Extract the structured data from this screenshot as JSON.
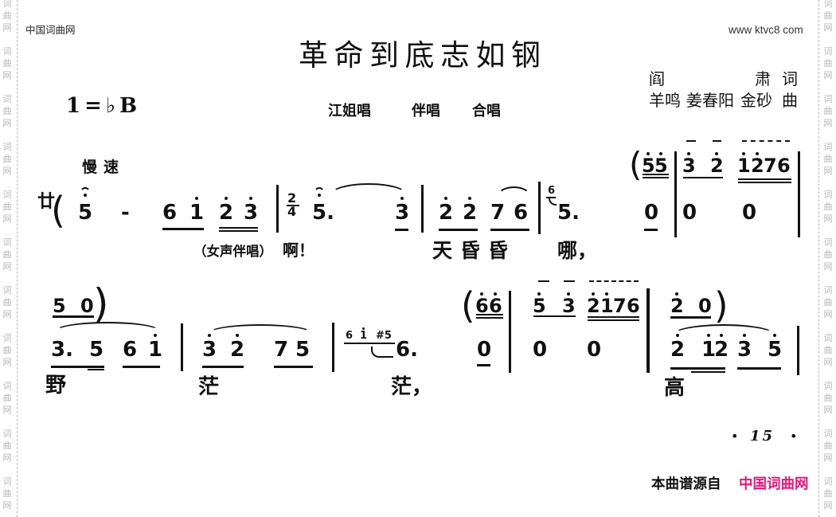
{
  "header": {
    "site_name": "中国词曲网",
    "site_url": "www ktvc8 com"
  },
  "margin_watermark": {
    "group_text": "词曲网",
    "color": "#b5b5b5"
  },
  "song": {
    "title": "革命到底志如钢",
    "key_signature": "1=♭B",
    "performers": [
      "江姐唱",
      "伴唱",
      "合唱"
    ],
    "lyricist": {
      "name": "阎肃",
      "role": "词"
    },
    "composers": {
      "names": [
        "羊鸣",
        "姜春阳",
        "金砂"
      ],
      "role": "曲"
    },
    "tempo": "慢速"
  },
  "score": {
    "line1": {
      "free_meter_sign": "廿",
      "time_signature": {
        "numerator": "2",
        "denominator": "4"
      },
      "parens": {
        "melody_open": "(",
        "accompaniment_open": "("
      },
      "accompaniment": {
        "notes": [
          {
            "pitch": "5",
            "octave": "high"
          },
          {
            "pitch": "5",
            "octave": "high"
          },
          {
            "pitch": "3",
            "octave": "high"
          },
          {
            "pitch": "2",
            "octave": "high"
          },
          {
            "pitch": "1",
            "octave": "high"
          },
          {
            "pitch": "2",
            "octave": "high"
          },
          {
            "pitch": "7",
            "octave": "middle"
          },
          {
            "pitch": "6",
            "octave": "middle"
          }
        ]
      },
      "melody": {
        "notes": [
          {
            "pitch": "5",
            "fermata": true
          },
          {
            "pitch": "-"
          },
          {
            "pitch": "6"
          },
          {
            "pitch": "1",
            "octave": "high"
          },
          {
            "pitch": "2",
            "octave": "high"
          },
          {
            "pitch": "3",
            "octave": "high"
          },
          {
            "pitch": "5.",
            "fermata": true
          },
          {
            "pitch": "3",
            "octave": "high"
          },
          {
            "pitch": "2",
            "octave": "high"
          },
          {
            "pitch": "2",
            "octave": "high"
          },
          {
            "pitch": "7"
          },
          {
            "pitch": "6"
          },
          {
            "pitch": "6",
            "grace": true
          },
          {
            "pitch": "5."
          },
          {
            "pitch": "0"
          },
          {
            "pitch": "0"
          },
          {
            "pitch": "0"
          }
        ]
      },
      "lyrics": [
        "（女声伴唱）",
        "啊！",
        "天昏昏",
        "哪，"
      ]
    },
    "line2": {
      "parens": {
        "accompaniment_close_1": ")",
        "accompaniment_open": "(",
        "accompaniment_close_2": ")"
      },
      "accompaniment": {
        "notes": [
          {
            "pitch": "5"
          },
          {
            "pitch": "0"
          },
          {
            "pitch": "6",
            "octave": "high"
          },
          {
            "pitch": "6",
            "octave": "high"
          },
          {
            "pitch": "5",
            "octave": "high"
          },
          {
            "pitch": "3",
            "octave": "high"
          },
          {
            "pitch": "2",
            "octave": "high"
          },
          {
            "pitch": "1",
            "octave": "high"
          },
          {
            "pitch": "7"
          },
          {
            "pitch": "6"
          },
          {
            "pitch": "2",
            "octave": "high"
          },
          {
            "pitch": "0"
          }
        ]
      },
      "melody": {
        "notes": [
          {
            "pitch": "3."
          },
          {
            "pitch": "5"
          },
          {
            "pitch": "6"
          },
          {
            "pitch": "1",
            "octave": "high"
          },
          {
            "pitch": "3",
            "octave": "high"
          },
          {
            "pitch": "2",
            "octave": "high"
          },
          {
            "pitch": "7"
          },
          {
            "pitch": "5"
          },
          {
            "pitch": "6",
            "grace": true
          },
          {
            "pitch": "1",
            "octave": "high",
            "grace": true
          },
          {
            "pitch": "#5",
            "grace": true
          },
          {
            "pitch": "6."
          },
          {
            "pitch": "0"
          },
          {
            "pitch": "0"
          },
          {
            "pitch": "0"
          },
          {
            "pitch": "2",
            "octave": "high"
          },
          {
            "pitch": "1",
            "octave": "high"
          },
          {
            "pitch": "2",
            "octave": "high"
          },
          {
            "pitch": "3",
            "octave": "high"
          },
          {
            "pitch": "5",
            "octave": "high"
          }
        ]
      },
      "lyrics": [
        "野",
        "茫",
        "茫，",
        "高"
      ]
    }
  },
  "page_number": {
    "bullet": "•",
    "value": "15"
  },
  "footer": {
    "source_label": "本曲谱源自",
    "source_site": "中国词曲网",
    "source_site_color": "#e5157c"
  }
}
